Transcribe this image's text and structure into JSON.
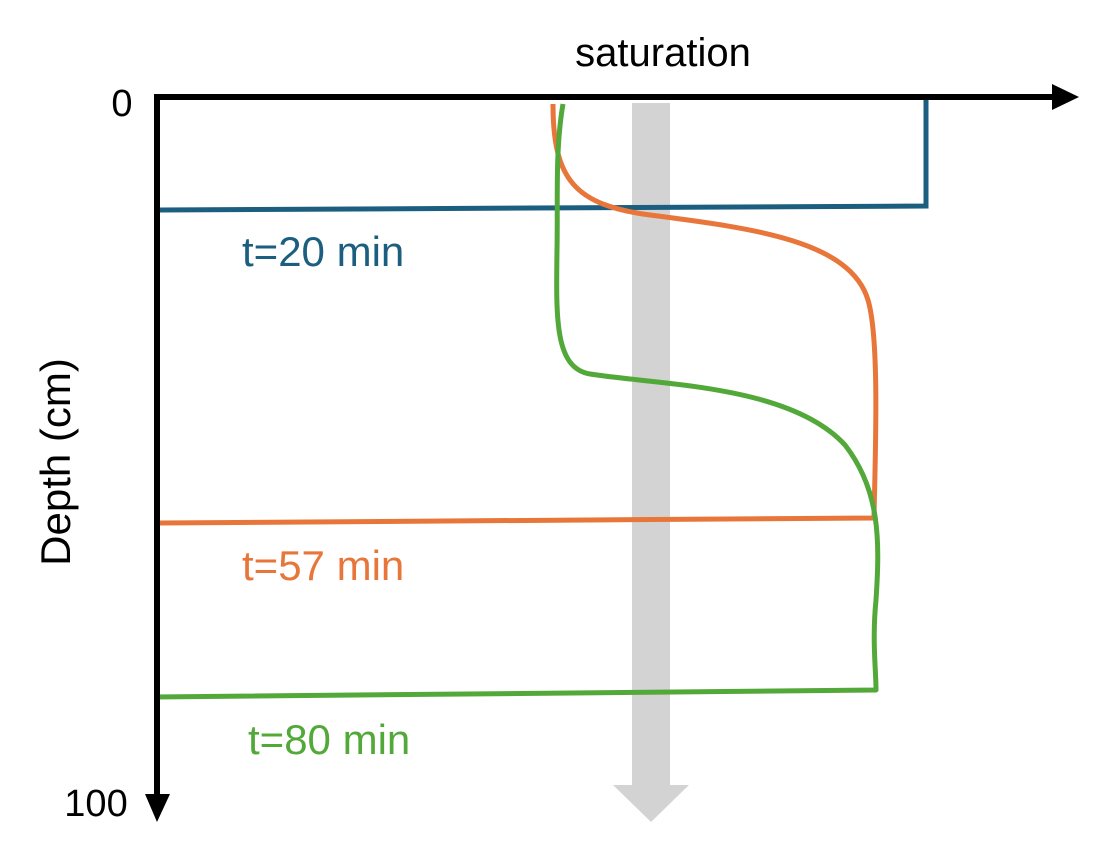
{
  "x_axis": {
    "label": "saturation",
    "start_tick": "0"
  },
  "y_axis": {
    "label": "Depth (cm)",
    "end_tick": "100"
  },
  "colors": {
    "axis": "#000000",
    "t20": "#1b5e7f",
    "t57": "#e8763a",
    "t80": "#53a83a",
    "flow_arrow": "#d3d3d3"
  },
  "profiles": [
    {
      "label": "t=20 min",
      "color": "#1b5e7f"
    },
    {
      "label": "t=57 min",
      "color": "#e8763a"
    },
    {
      "label": "t=80 min",
      "color": "#53a83a"
    }
  ]
}
